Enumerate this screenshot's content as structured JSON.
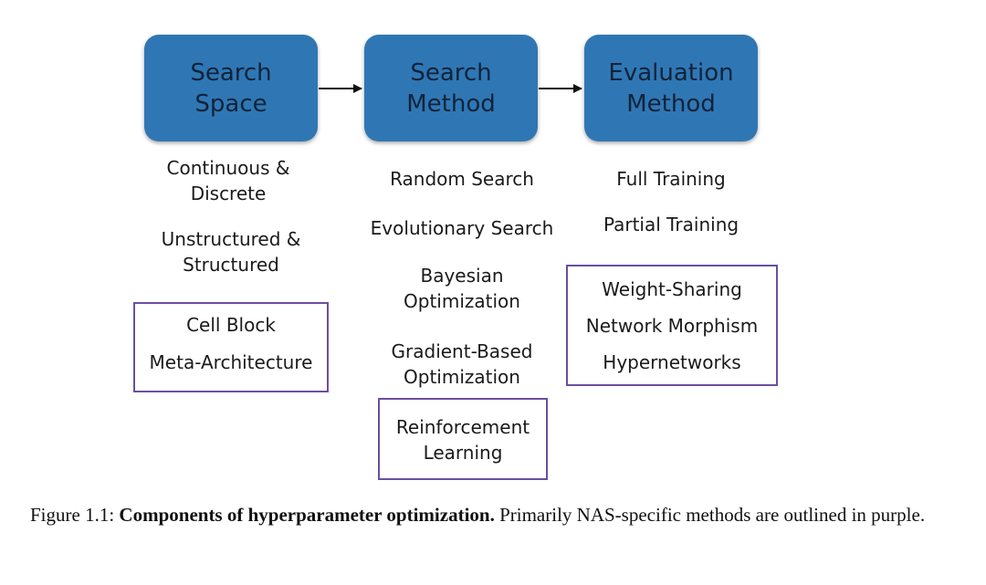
{
  "diagram": {
    "columns": [
      {
        "title": "Search\nSpace",
        "items": [
          "Continuous &\nDiscrete",
          "Unstructured &\nStructured"
        ],
        "outlined_items": [
          "Cell Block",
          "Meta-Architecture"
        ]
      },
      {
        "title": "Search\nMethod",
        "items": [
          "Random Search",
          "Evolutionary Search",
          "Bayesian\nOptimization",
          "Gradient-Based\nOptimization"
        ],
        "outlined_items": [
          "Reinforcement\nLearning"
        ]
      },
      {
        "title": "Evaluation\nMethod",
        "items": [
          "Full Training",
          "Partial Training"
        ],
        "outlined_items": [
          "Weight-Sharing",
          "Network Morphism",
          "Hypernetworks"
        ]
      }
    ],
    "colors": {
      "header_fill": "#2f77b4",
      "header_text": "#10233a",
      "outline": "#6a4fa0",
      "arrow": "#111111"
    }
  },
  "caption": {
    "label": "Figure 1.1:",
    "bold": "Components of hyperparameter optimization.",
    "rest": "Primarily NAS-specific methods are outlined in purple."
  }
}
